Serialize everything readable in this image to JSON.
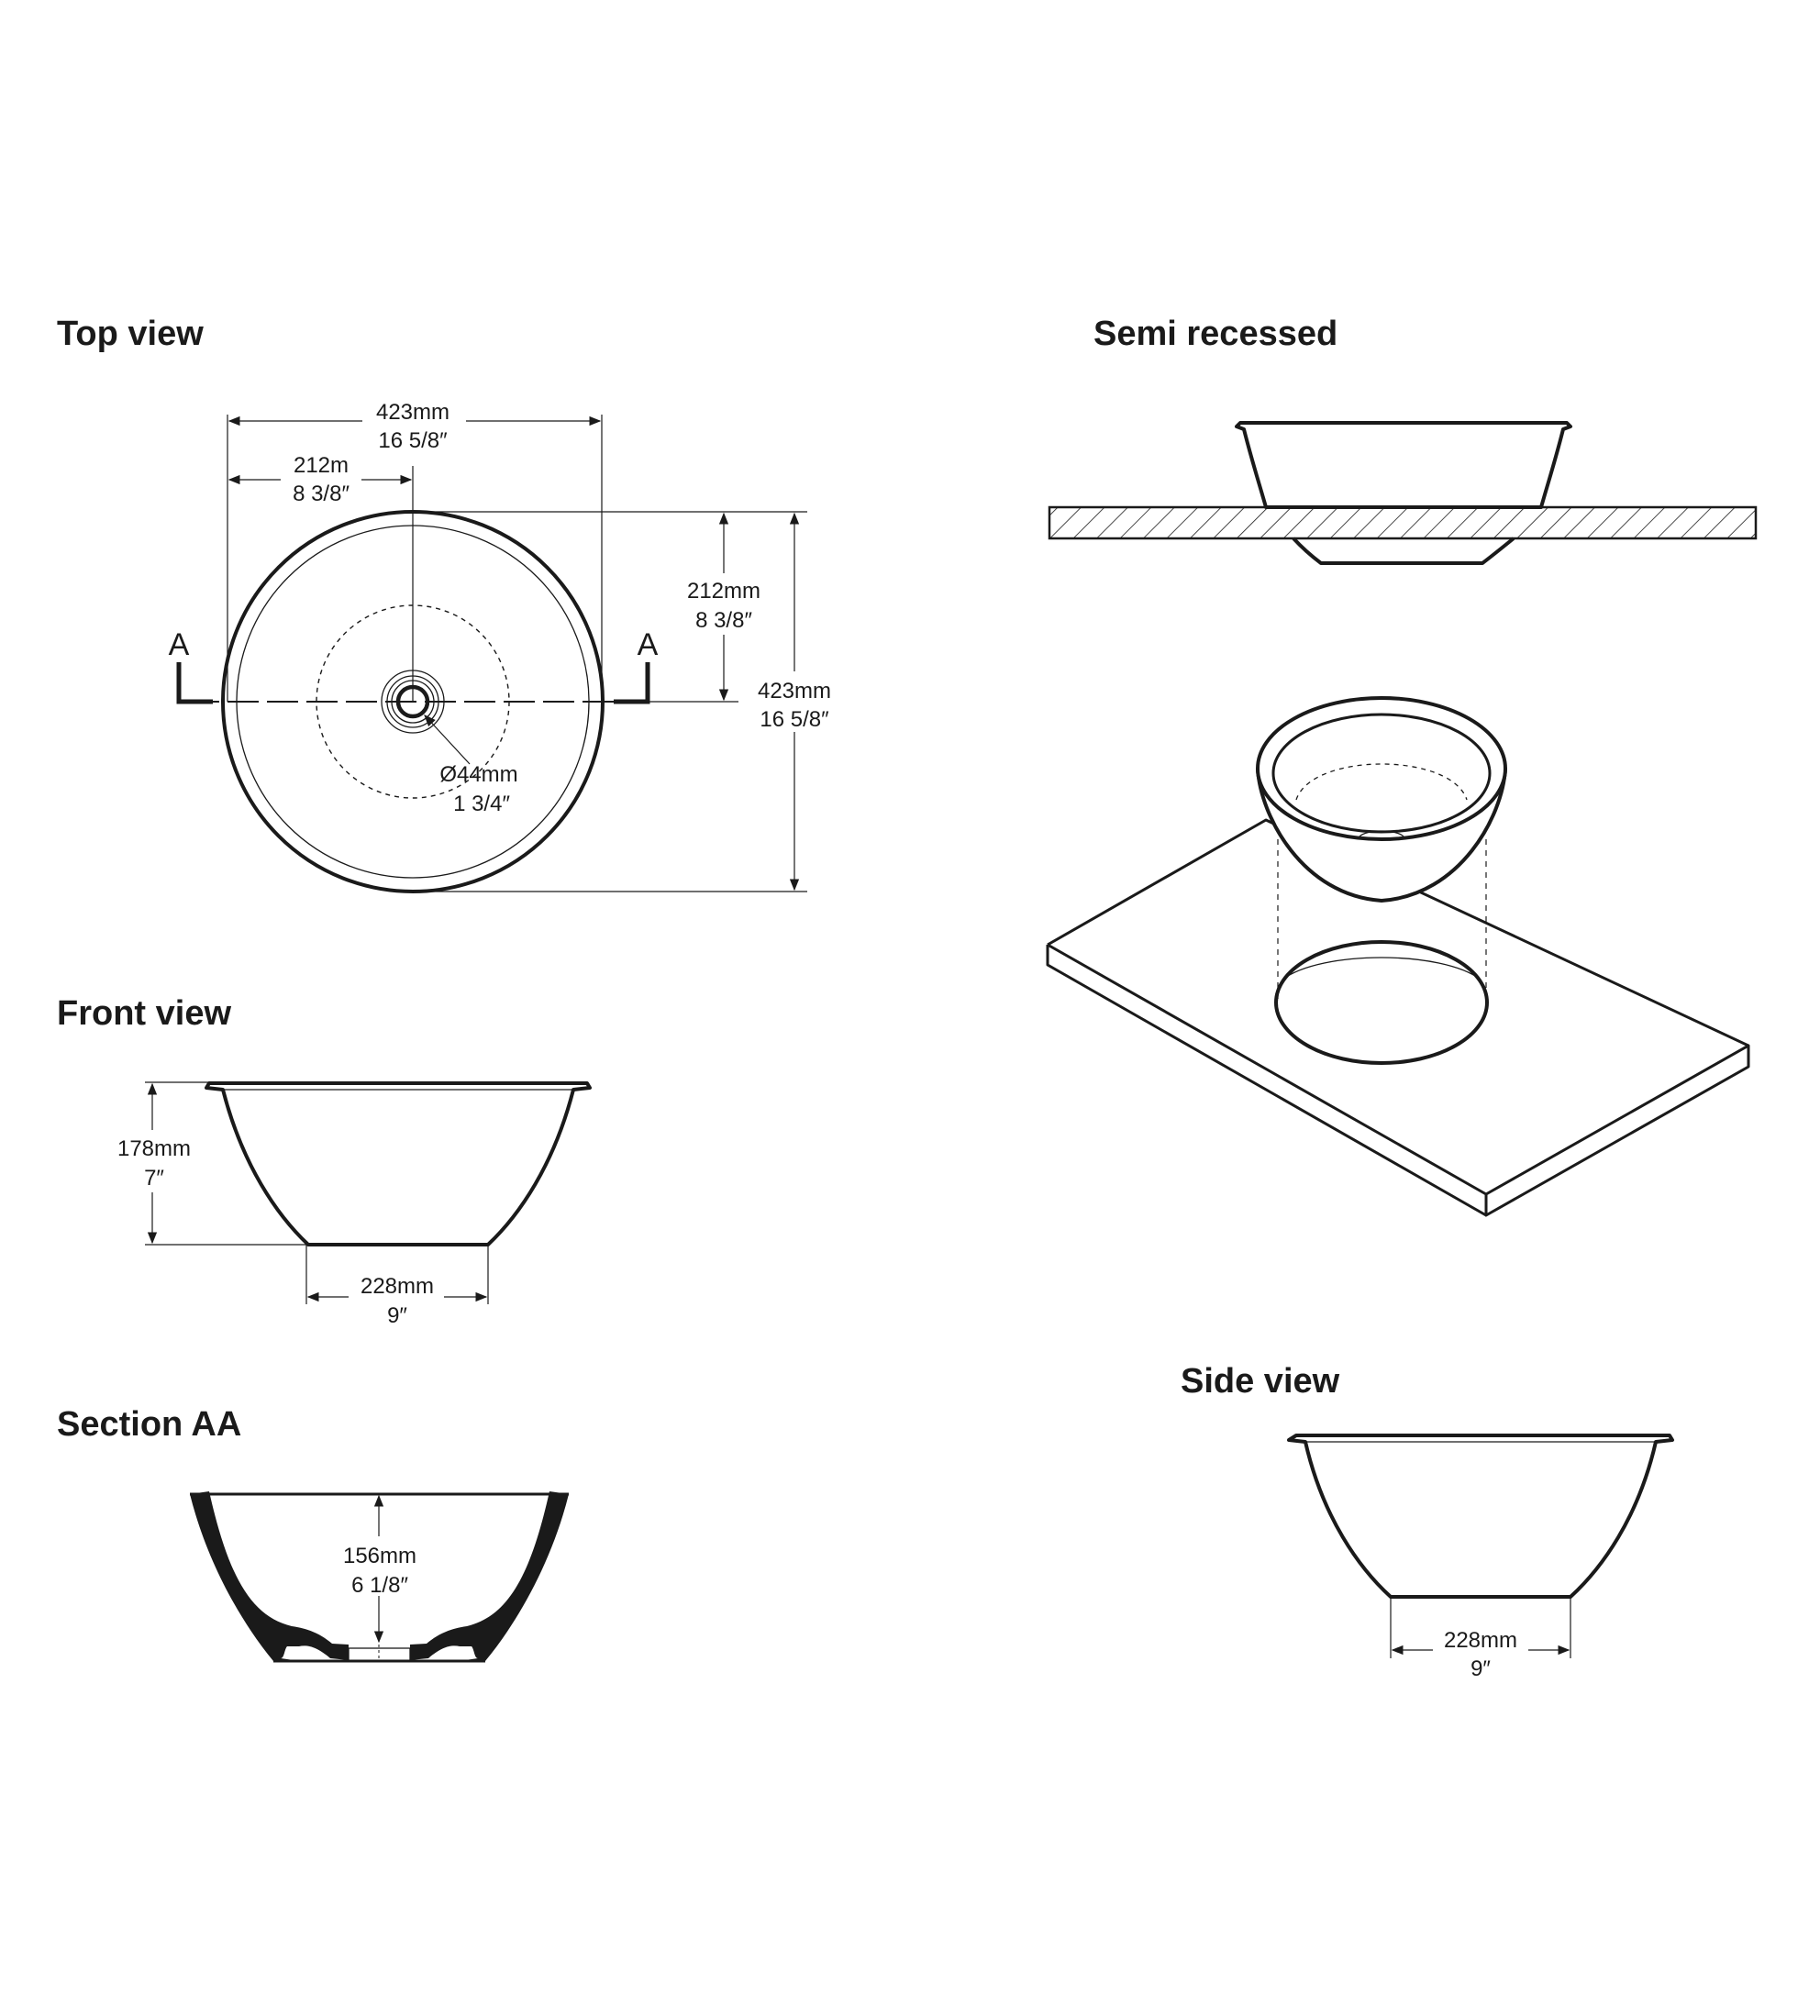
{
  "titles": {
    "top_view": "Top view",
    "front_view": "Front view",
    "section_aa": "Section AA",
    "semi_recessed": "Semi recessed",
    "side_view": "Side view"
  },
  "top_view": {
    "width_mm": "423mm",
    "width_in": "16 5/8″",
    "half_width_mm": "212m",
    "half_width_in": "8 3/8″",
    "half_depth_mm": "212mm",
    "half_depth_in": "8 3/8″",
    "depth_mm": "423mm",
    "depth_in": "16 5/8″",
    "drain_mm": "Ø44mm",
    "drain_in": "1 3/4″",
    "section_left": "A",
    "section_right": "A"
  },
  "front_view": {
    "height_mm": "178mm",
    "height_in": "7″",
    "base_mm": "228mm",
    "base_in": "9″"
  },
  "section_aa": {
    "inner_depth_mm": "156mm",
    "inner_depth_in": "6  1/8″"
  },
  "side_view": {
    "base_mm": "228mm",
    "base_in": "9″"
  }
}
